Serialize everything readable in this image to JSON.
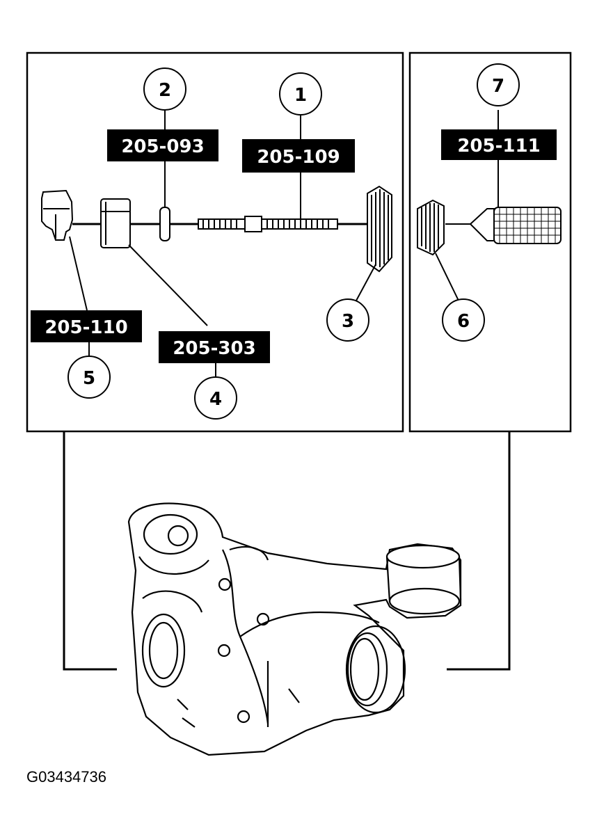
{
  "figure_ref": "G03434736",
  "callouts": [
    {
      "num": "1",
      "tool": "205-109"
    },
    {
      "num": "2",
      "tool": "205-093"
    },
    {
      "num": "3",
      "tool": ""
    },
    {
      "num": "4",
      "tool": "205-303"
    },
    {
      "num": "5",
      "tool": "205-110"
    },
    {
      "num": "6",
      "tool": ""
    },
    {
      "num": "7",
      "tool": "205-111"
    }
  ],
  "colors": {
    "ink": "#000000",
    "paper": "#ffffff"
  }
}
